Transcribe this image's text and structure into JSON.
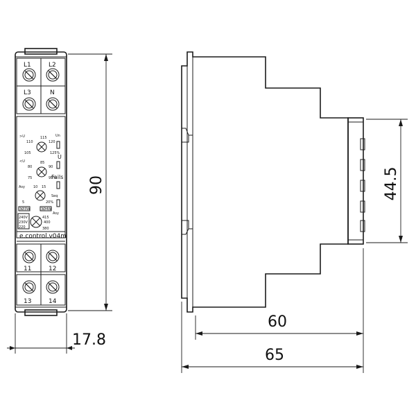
{
  "front": {
    "terminals_top": [
      "L1",
      "L2",
      "L3",
      "N"
    ],
    "terminals_bottom": [
      "11",
      "12",
      "13",
      "14"
    ],
    "model_label": "e.control.v04m",
    "knob1": {
      "labels": [
        "115",
        "120",
        "125%",
        "110",
        "105",
        ">U"
      ]
    },
    "knob2": {
      "labels": [
        "85",
        "90",
        "95%",
        "80",
        "75",
        "<U"
      ]
    },
    "knob3": {
      "labels": [
        "10",
        "15",
        "20%",
        "Asy",
        "5"
      ]
    },
    "knob4": {
      "labels": [
        "3Ø3W",
        "3Ø4W",
        "240V",
        "230V",
        "220",
        "415",
        "400",
        "380"
      ]
    },
    "side_labels": [
      "Un",
      "U",
      "Fails",
      "Seq",
      "Asy"
    ]
  },
  "dimensions": {
    "height": "90",
    "width_front": "17.8",
    "depth_front_part": "44.5",
    "depth_body": "60",
    "depth_total": "65"
  },
  "colors": {
    "stroke": "#1a1a1a",
    "background": "#ffffff"
  }
}
